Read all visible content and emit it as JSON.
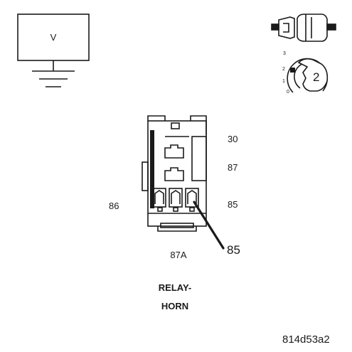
{
  "meter": {
    "label": "V"
  },
  "key_positions": [
    "3",
    "2",
    "1",
    "0"
  ],
  "key_position_selected": "2",
  "pins": {
    "p30": "30",
    "p87": "87",
    "p86": "86",
    "p85": "85",
    "p87a": "87A"
  },
  "callout": {
    "label": "85"
  },
  "component": {
    "line1": "RELAY-",
    "line2": "HORN"
  },
  "figure_code": "814d53a2",
  "colors": {
    "ink": "#1a1a1a",
    "background": "#ffffff"
  }
}
